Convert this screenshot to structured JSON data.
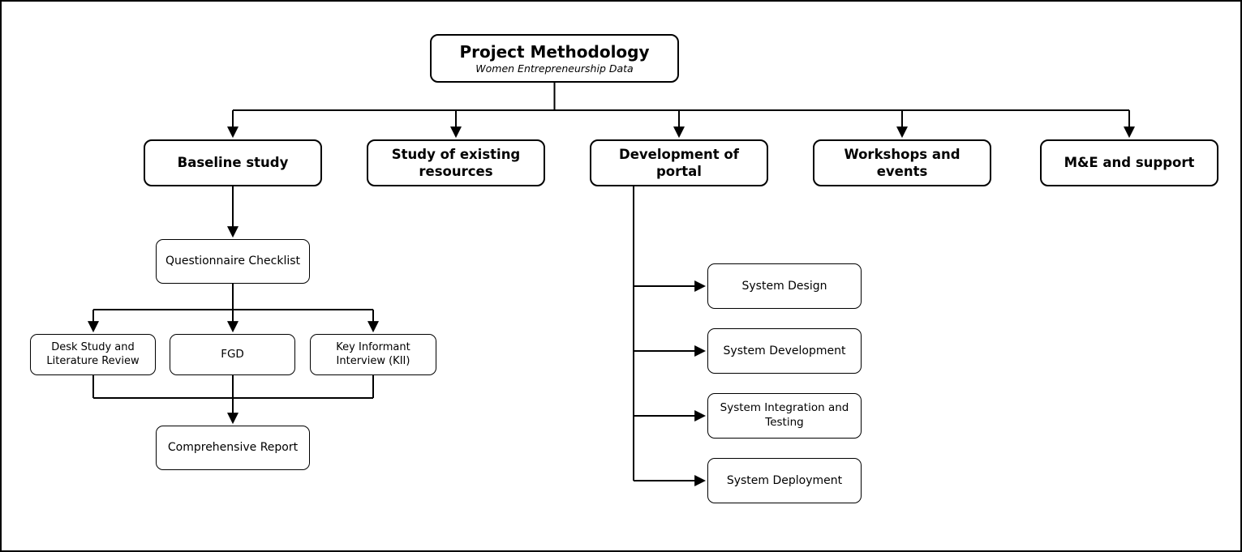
{
  "diagram": {
    "type": "flowchart",
    "title": "Project Methodology",
    "subtitle": "Women Entrepreneurship Data",
    "colors": {
      "background": "#ffffff",
      "box_fill": "#ffffff",
      "box_border": "#000000",
      "line": "#000000",
      "text": "#000000"
    },
    "nodes": {
      "title": "Project Methodology",
      "subtitle": "Women Entrepreneurship Data",
      "baseline": "Baseline study",
      "existing": "Study of existing\nresources",
      "portal": "Development of\nportal",
      "workshops": "Workshops and\nevents",
      "me_support": "M&E and support",
      "questionnaire": "Questionnaire Checklist",
      "desk_study": "Desk Study and\nLiterature Review",
      "fgd": "FGD",
      "kii": "Key Informant\nInterview (KII)",
      "report": "Comprehensive Report",
      "sys_design": "System Design",
      "sys_development": "System Development",
      "sys_integration": "System Integration and\nTesting",
      "sys_deployment": "System Deployment"
    },
    "edges": [
      {
        "from": "Project Methodology",
        "to": "Baseline study"
      },
      {
        "from": "Project Methodology",
        "to": "Study of existing resources"
      },
      {
        "from": "Project Methodology",
        "to": "Development of portal"
      },
      {
        "from": "Project Methodology",
        "to": "Workshops and events"
      },
      {
        "from": "Project Methodology",
        "to": "M&E and support"
      },
      {
        "from": "Baseline study",
        "to": "Questionnaire Checklist"
      },
      {
        "from": "Questionnaire Checklist",
        "to": "Desk Study and Literature Review"
      },
      {
        "from": "Questionnaire Checklist",
        "to": "FGD"
      },
      {
        "from": "Questionnaire Checklist",
        "to": "Key Informant Interview (KII)"
      },
      {
        "from": "Desk Study and Literature Review",
        "to": "Comprehensive Report"
      },
      {
        "from": "FGD",
        "to": "Comprehensive Report"
      },
      {
        "from": "Key Informant Interview (KII)",
        "to": "Comprehensive Report"
      },
      {
        "from": "Development of portal",
        "to": "System Design"
      },
      {
        "from": "Development of portal",
        "to": "System Development"
      },
      {
        "from": "Development of portal",
        "to": "System Integration and Testing"
      },
      {
        "from": "Development of portal",
        "to": "System Deployment"
      }
    ]
  }
}
